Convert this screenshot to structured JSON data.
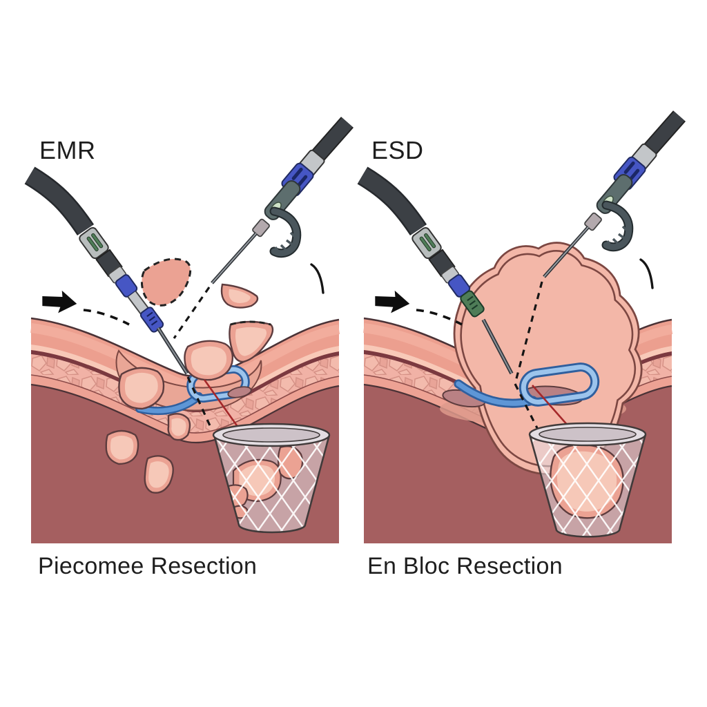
{
  "figure": {
    "panels": [
      {
        "id": "emr",
        "label": "EMR",
        "caption": "Piecomee Resection"
      },
      {
        "id": "esd",
        "label": "ESD",
        "caption": "En Bloc Resection"
      }
    ]
  },
  "colors": {
    "background": "#ffffff",
    "labelColor": "#1e1e1e",
    "outline": "#4a3236",
    "mucosa": "#ec9f8f",
    "mucosaHighlight": "#f2ad9d",
    "layerLight": "#f8c9b8",
    "layerDark": "#7b3940",
    "submucosa": "#f1b2a6",
    "cellLine": "#d08b80",
    "cellFillA": "#f3bcae",
    "cellFillB": "#e7a295",
    "bandPink": "#eda294",
    "bandLine": "#8a4a48",
    "muscle": "#a55f60",
    "trench": "#e9a696",
    "fragmentFill": "#eba293",
    "fragmentInner": "#f6c8b8",
    "fragmentRimLine": "#5d3c3e",
    "lesionFill": "#f3b7a8",
    "lesionInnerLine": "#dc9583",
    "lesionLine": "#7c4742",
    "snareDark": "#2f5f9e",
    "snareMid": "#5e96d6",
    "snareLight": "#9cc4ec",
    "cushion": "#b98184",
    "basketFill": "rgba(228,218,224,0.55)",
    "meshWhite": "rgba(255,255,255,0.9)",
    "rimFill": "#e3dde2",
    "rimInner": "#cdc2c8",
    "rimLine": "#403a3a",
    "instrDark": "#3c4045",
    "instrGray": "#c3c6c9",
    "instrLightGray": "#b8bdbd",
    "instrBlue": "#4656c4",
    "instrGreen": "#4f7d58",
    "instrTeal": "#5d6e6e",
    "tealLight": "#cfe3c8",
    "black": "#111111",
    "red": "#a5282a"
  }
}
